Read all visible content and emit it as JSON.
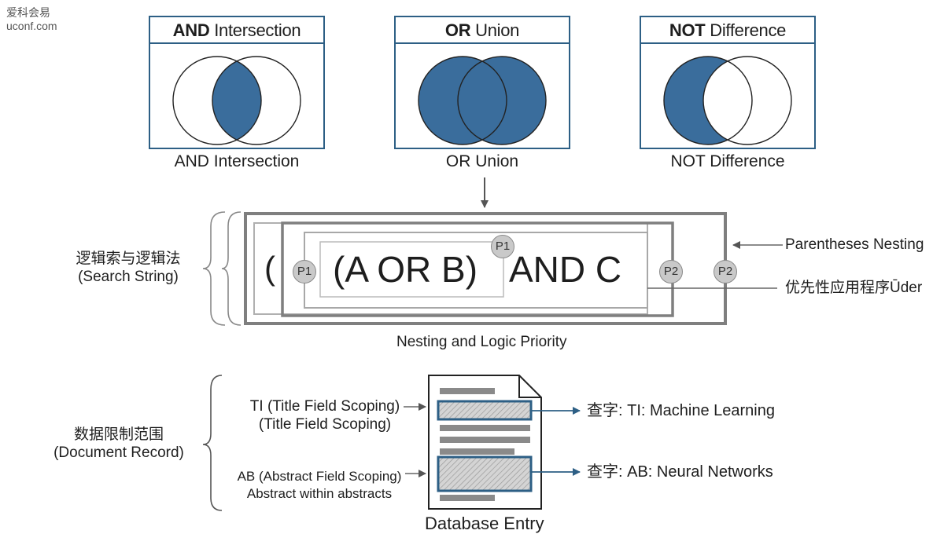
{
  "watermark": {
    "line1": "爱科会易",
    "line2": "uconf.com"
  },
  "venn_panels": [
    {
      "op": "AND",
      "name": "Intersection",
      "caption": "AND Intersection"
    },
    {
      "op": "OR",
      "name": "Union",
      "caption": "OR Union"
    },
    {
      "op": "NOT",
      "name": "Difference",
      "caption": "NOT Difference"
    }
  ],
  "nesting": {
    "left_label_cn": "逻辑索与逻辑法",
    "left_label_en": "(Search String)",
    "open_paren": "(",
    "inner_expression": "(A OR B)",
    "and_c": "AND C",
    "priority_badges": [
      "P1",
      "P1",
      "P2",
      "P2"
    ],
    "right_label_1": "Parentheses Nesting",
    "right_label_2": "优先性应用程序Ūder",
    "caption": "Nesting and Logic Priority"
  },
  "document": {
    "left_label_cn": "数据限制范围",
    "left_label_en": "(Document Record)",
    "ti_label_1": "TI (Title Field Scoping)",
    "ti_label_2": "(Title Field Scoping)",
    "ab_label_1": "AB (Abstract Field Scoping)",
    "ab_label_2": "Abstract within abstracts",
    "ti_query": "查字: TI: Machine Learning",
    "ab_query": "查字: AB: Neural Networks",
    "caption": "Database Entry"
  },
  "colors": {
    "fill": "#3a6d9c",
    "border": "#2d5f85",
    "gray_box": "#8a8a8a",
    "arrow": "#555555"
  }
}
